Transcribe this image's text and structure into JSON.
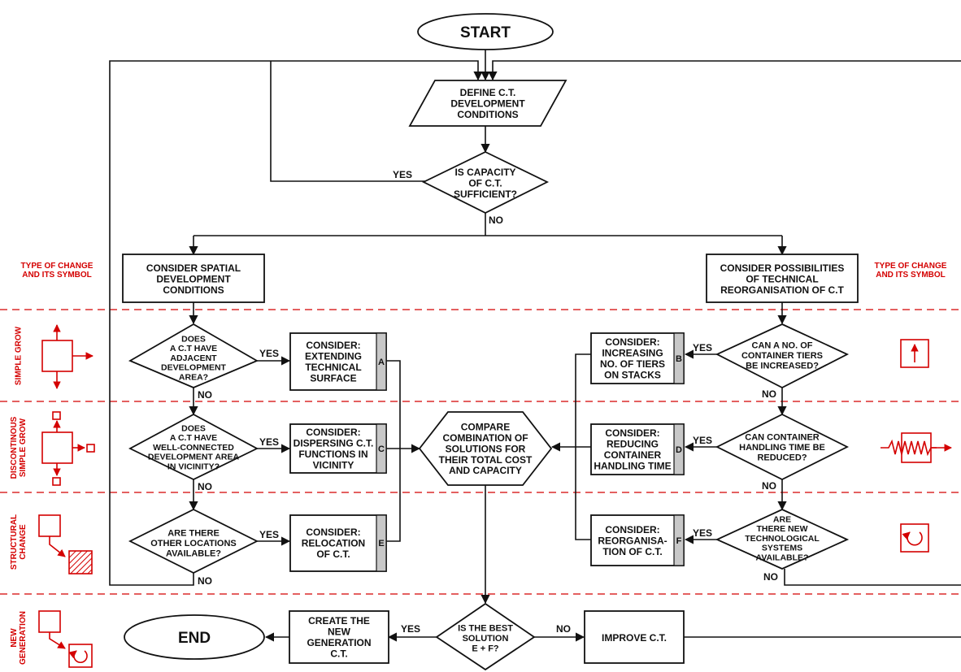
{
  "nodes": {
    "start": "START",
    "end": "END",
    "define": [
      "DEFINE C.T.",
      "DEVELOPMENT",
      "CONDITIONS"
    ],
    "capacity": [
      "IS CAPACITY",
      "OF C.T.",
      "SUFFICIENT?"
    ],
    "spatial": [
      "CONSIDER SPATIAL",
      "DEVELOPMENT",
      "CONDITIONS"
    ],
    "technical": [
      "CONSIDER POSSIBILITIES",
      "OF TECHNICAL",
      "REORGANISATION OF C.T"
    ],
    "q_adjacent": [
      "DOES",
      "A C.T HAVE",
      "ADJACENT",
      "DEVELOPMENT",
      "AREA?"
    ],
    "q_vicinity": [
      "DOES",
      "A C.T HAVE",
      "WELL-CONNECTED",
      "DEVELOPMENT AREA",
      "IN VICINITY?"
    ],
    "q_locations": [
      "ARE THERE",
      "OTHER LOCATIONS",
      "AVAILABLE?"
    ],
    "q_tiers": [
      "CAN A NO. OF",
      "CONTAINER TIERS",
      "BE INCREASED?"
    ],
    "q_handling": [
      "CAN CONTAINER",
      "HANDLING TIME BE",
      "REDUCED?"
    ],
    "q_systems": [
      "ARE",
      "THERE NEW",
      "TECHNOLOGICAL",
      "SYSTEMS",
      "AVAILABLE?"
    ],
    "box_a": [
      "CONSIDER:",
      "EXTENDING",
      "TECHNICAL",
      "SURFACE"
    ],
    "box_c": [
      "CONSIDER:",
      "DISPERSING C.T.",
      "FUNCTIONS IN",
      "VICINITY"
    ],
    "box_e": [
      "CONSIDER:",
      "RELOCATION",
      "OF C.T."
    ],
    "box_b": [
      "CONSIDER:",
      "INCREASING",
      "NO. OF TIERS",
      "ON STACKS"
    ],
    "box_d": [
      "CONSIDER:",
      "REDUCING",
      "CONTAINER",
      "HANDLING TIME"
    ],
    "box_f": [
      "CONSIDER:",
      "REORGANISA-",
      "TION OF C.T."
    ],
    "compare": [
      "COMPARE",
      "COMBINATION OF",
      "SOLUTIONS FOR",
      "THEIR TOTAL COST",
      "AND CAPACITY"
    ],
    "q_best": [
      "IS THE BEST",
      "SOLUTION",
      "E + F?"
    ],
    "create": [
      "CREATE THE",
      "NEW",
      "GENERATION",
      "C.T."
    ],
    "improve": "IMPROVE C.T."
  },
  "tags": {
    "a": "A",
    "b": "B",
    "c": "C",
    "d": "D",
    "e": "E",
    "f": "F"
  },
  "answers": {
    "yes": "YES",
    "no": "NO"
  },
  "legend": {
    "header": [
      "TYPE OF CHANGE",
      "AND ITS SYMBOL"
    ],
    "rows": [
      [
        "SIMPLE GROW"
      ],
      [
        "DISCONTINOUS",
        "SIMPLE GROW"
      ],
      [
        "STRUCTURAL",
        "CHANGE"
      ],
      [
        "NEW",
        "GENERATION"
      ]
    ]
  },
  "colors": {
    "accent": "#d40000",
    "line": "#111111",
    "tag_fill": "#c8c8c8"
  },
  "icons": [
    "up-arrow-box-icon",
    "resistor-spring-icon",
    "rotate-arrow-box-icon"
  ]
}
